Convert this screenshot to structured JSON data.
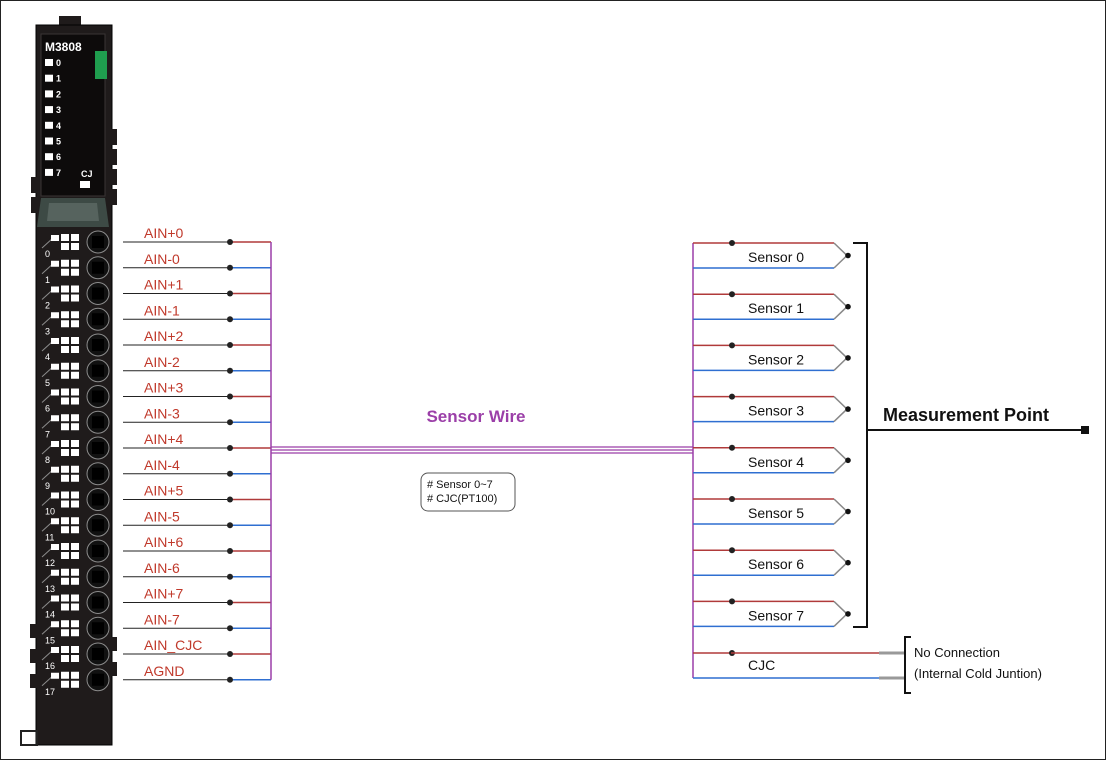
{
  "module": {
    "model": "M3808",
    "led_labels": [
      "0",
      "1",
      "2",
      "3",
      "4",
      "5",
      "6",
      "7"
    ],
    "cj_label": "CJ",
    "terminal_numbers": [
      "0",
      "1",
      "2",
      "3",
      "4",
      "5",
      "6",
      "7",
      "8",
      "9",
      "10",
      "11",
      "12",
      "13",
      "14",
      "15",
      "16",
      "17"
    ]
  },
  "pins": [
    "AIN+0",
    "AIN-0",
    "AIN+1",
    "AIN-1",
    "AIN+2",
    "AIN-2",
    "AIN+3",
    "AIN-3",
    "AIN+4",
    "AIN-4",
    "AIN+5",
    "AIN-5",
    "AIN+6",
    "AIN-6",
    "AIN+7",
    "AIN-7",
    "AIN_CJC",
    "AGND"
  ],
  "cable": {
    "title": "Sensor Wire",
    "notes": [
      "# Sensor 0~7",
      "# CJC(PT100)"
    ]
  },
  "sensors": [
    "Sensor 0",
    "Sensor 1",
    "Sensor 2",
    "Sensor 3",
    "Sensor 4",
    "Sensor 5",
    "Sensor 6",
    "Sensor 7"
  ],
  "cjc": {
    "label": "CJC",
    "note_line1": "No Connection",
    "note_line2": "(Internal Cold Juntion)"
  },
  "measurement_point": "Measurement Point",
  "colors": {
    "positive_wire": "#b03a3a",
    "negative_wire": "#2f6fd1",
    "bundle_wire": "#9b3fa8",
    "module_body": "#1f1b1b",
    "status_led": "#1f9e4f"
  }
}
